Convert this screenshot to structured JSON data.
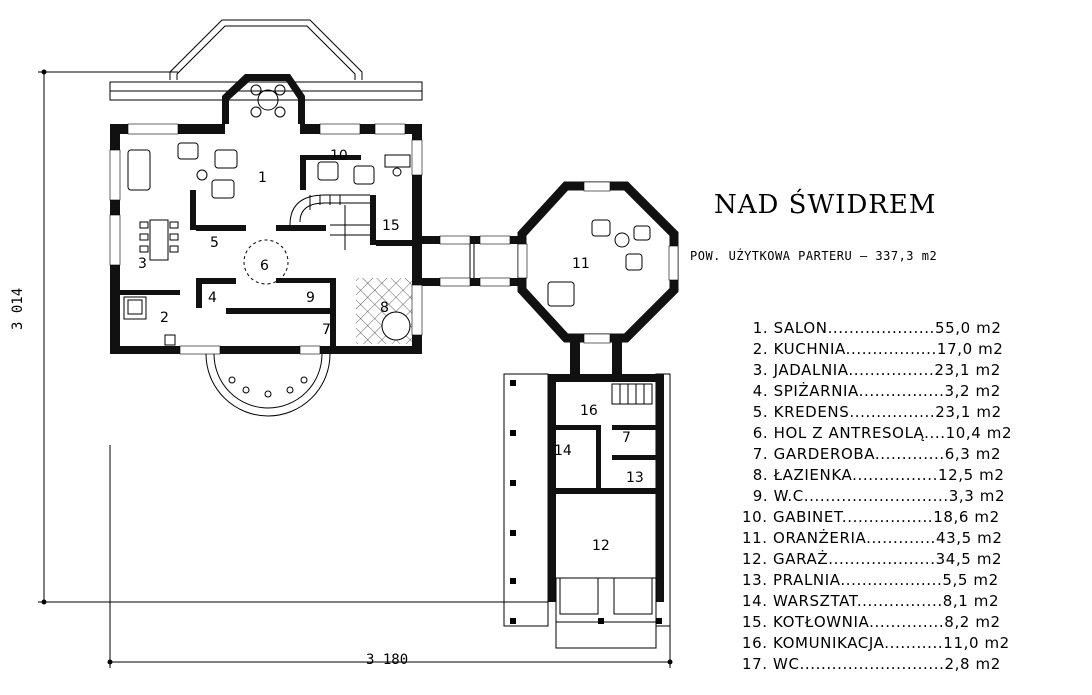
{
  "title": "NAD ŚWIDREM",
  "subtitle": "POW. UŻYTKOWA  PARTERU  –  337,3 m2",
  "dimensions": {
    "vertical": "3 014",
    "horizontal": "3 180"
  },
  "room_labels": [
    "1",
    "2",
    "3",
    "4",
    "5",
    "6",
    "7",
    "8",
    "9",
    "10",
    "11",
    "12",
    "13",
    "14",
    "15",
    "16",
    "7"
  ],
  "rooms": [
    {
      "num": "1.",
      "name": "SALON",
      "dots": "....................",
      "area": "55,0 m2"
    },
    {
      "num": "2.",
      "name": "KUCHNIA",
      "dots": ".................",
      "area": "17,0 m2"
    },
    {
      "num": "3.",
      "name": "JADALNIA",
      "dots": "................",
      "area": "23,1 m2"
    },
    {
      "num": "4.",
      "name": "SPIŻARNIA",
      "dots": "................",
      "area": "3,2 m2"
    },
    {
      "num": "5.",
      "name": "KREDENS",
      "dots": "................",
      "area": "23,1 m2"
    },
    {
      "num": "6.",
      "name": "HOL Z ANTRESOLĄ",
      "dots": "....",
      "area": "10,4 m2"
    },
    {
      "num": "7.",
      "name": "GARDEROBA",
      "dots": ".............",
      "area": "6,3 m2"
    },
    {
      "num": "8.",
      "name": "ŁAZIENKA",
      "dots": "................",
      "area": "12,5 m2"
    },
    {
      "num": "9.",
      "name": "W.C",
      "dots": "...........................",
      "area": "3,3 m2"
    },
    {
      "num": "10.",
      "name": "GABINET",
      "dots": ".................",
      "area": "18,6 m2"
    },
    {
      "num": "11.",
      "name": "ORANŻERIA",
      "dots": ".............",
      "area": "43,5 m2"
    },
    {
      "num": "12.",
      "name": "GARAŻ",
      "dots": "....................",
      "area": "34,5 m2"
    },
    {
      "num": "13.",
      "name": "PRALNIA",
      "dots": "...................",
      "area": "5,5 m2"
    },
    {
      "num": "14.",
      "name": "WARSZTAT",
      "dots": "................",
      "area": "8,1 m2"
    },
    {
      "num": "15.",
      "name": "KOTŁOWNIA",
      "dots": "..............",
      "area": "8,2 m2"
    },
    {
      "num": "16.",
      "name": "KOMUNIKACJA",
      "dots": "...........",
      "area": "11,0 m2"
    },
    {
      "num": "17.",
      "name": "WC",
      "dots": "...........................",
      "area": "2,8 m2"
    }
  ]
}
